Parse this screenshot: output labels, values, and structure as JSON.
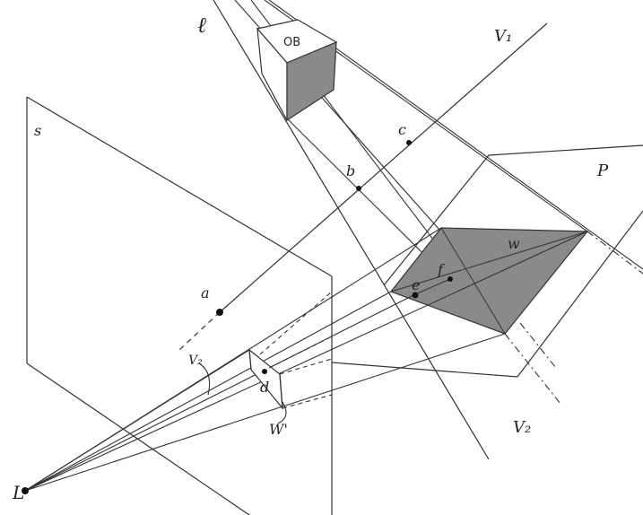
{
  "labels": {
    "l": "ℓ",
    "ob": "OB",
    "v1": "V₁",
    "s": "s",
    "c": "c",
    "b": "b",
    "p": "P",
    "w": "w",
    "f": "f",
    "e": "e",
    "a": "a",
    "v2": "V₂",
    "d": "d",
    "w_prime": "W'",
    "v2_lower": "V₂",
    "light": "L"
  },
  "colors": {
    "line": "#333333",
    "fill_dark": "#8a8a8a",
    "fill_mid": "#9a9a9a"
  }
}
